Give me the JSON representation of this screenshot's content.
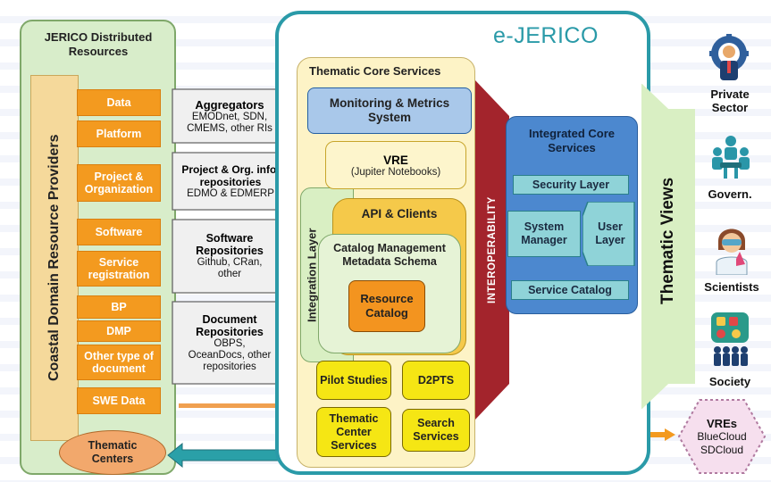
{
  "distributed": {
    "title_line1": "JERICO Distributed",
    "title_line2": "Resources",
    "vertical_label": "Coastal Domain Resource Providers",
    "items": [
      "Data",
      "Platform",
      "Project & Organization",
      "Software",
      "Service registration",
      "BP",
      "DMP",
      "Other type of document",
      "SWE Data"
    ],
    "thematic_centers": "Thematic Centers"
  },
  "arrows": [
    {
      "title": "Aggregators",
      "lines": [
        "EMODnet, SDN,",
        "CMEMS, other RIs"
      ]
    },
    {
      "title": "Project & Org. info. repositories",
      "lines": [
        "EDMO & EDMERP"
      ]
    },
    {
      "title": "Software Repositories",
      "lines": [
        "Github, CRan,",
        "other"
      ]
    },
    {
      "title": "Document Repositories",
      "lines": [
        "OBPS,",
        "OceanDocs, other",
        "repositories"
      ]
    }
  ],
  "ejerico": {
    "title": "e-JERICO",
    "thematic_core": {
      "title": "Thematic Core Services",
      "monitoring": "Monitoring & Metrics System",
      "vre_title": "VRE",
      "vre_sub": "(Jupiter Notebooks)",
      "api": "API & Clients",
      "catalog_mgmt": "Catalog Management Metadata Schema",
      "resource_catalog": "Resource Catalog",
      "integration_layer": "Integration Layer",
      "pilot": "Pilot Studies",
      "d2pts": "D2PTS",
      "thematic_center_services": "Thematic Center Services",
      "search": "Search Services"
    },
    "interoperability": "INTEROPERABILITY",
    "integrated": {
      "title": "Integrated Core Services",
      "security": "Security Layer",
      "system_manager": "System Manager",
      "user_layer": "User Layer",
      "service_catalog": "Service Catalog"
    }
  },
  "thematic_views": "Thematic Views",
  "personas": [
    {
      "label": "Private Sector",
      "icon": "businessman-gear-icon"
    },
    {
      "label": "Govern.",
      "icon": "meeting-people-icon"
    },
    {
      "label": "Scientists",
      "icon": "scientist-icon"
    },
    {
      "label": "Society",
      "icon": "society-icon"
    }
  ],
  "vres": {
    "title": "VREs",
    "line1": "BlueCloud",
    "line2": "SDCloud"
  },
  "colors": {
    "green_outer": "#d6ecc7",
    "green_border": "#7fa86a",
    "teal_border": "#2a9aa8",
    "orange": "#f39a1f",
    "yellow": "#f5e614",
    "cream": "#fdf3c6",
    "interop": "#a3242c",
    "blue": "#4c88cf"
  }
}
